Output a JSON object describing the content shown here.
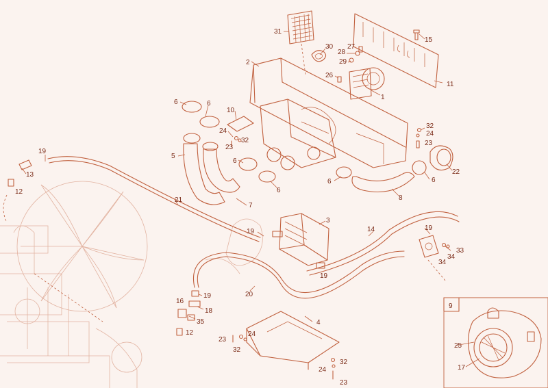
{
  "callouts": [
    {
      "id": "c31",
      "label": "31"
    },
    {
      "id": "c30",
      "label": "30"
    },
    {
      "id": "c28",
      "label": "28"
    },
    {
      "id": "c27",
      "label": "27"
    },
    {
      "id": "c29",
      "label": "29"
    },
    {
      "id": "c26",
      "label": "26"
    },
    {
      "id": "c1",
      "label": "1"
    },
    {
      "id": "c2",
      "label": "2"
    },
    {
      "id": "c15",
      "label": "15"
    },
    {
      "id": "c11",
      "label": "11"
    },
    {
      "id": "c6a",
      "label": "6"
    },
    {
      "id": "c6b",
      "label": "6"
    },
    {
      "id": "c10",
      "label": "10"
    },
    {
      "id": "c24a",
      "label": "24"
    },
    {
      "id": "c23a",
      "label": "23"
    },
    {
      "id": "c32a",
      "label": "32"
    },
    {
      "id": "c5",
      "label": "5"
    },
    {
      "id": "c6c",
      "label": "6"
    },
    {
      "id": "c6d",
      "label": "6"
    },
    {
      "id": "c7",
      "label": "7"
    },
    {
      "id": "c6e",
      "label": "6"
    },
    {
      "id": "c8",
      "label": "8"
    },
    {
      "id": "c32b",
      "label": "32"
    },
    {
      "id": "c24b",
      "label": "24"
    },
    {
      "id": "c23b",
      "label": "23"
    },
    {
      "id": "c22",
      "label": "22"
    },
    {
      "id": "c6f",
      "label": "6"
    },
    {
      "id": "c19a",
      "label": "19"
    },
    {
      "id": "c13",
      "label": "13"
    },
    {
      "id": "c12a",
      "label": "12"
    },
    {
      "id": "c21",
      "label": "21"
    },
    {
      "id": "c3",
      "label": "3"
    },
    {
      "id": "c14",
      "label": "14"
    },
    {
      "id": "c19b",
      "label": "19"
    },
    {
      "id": "c19c",
      "label": "19"
    },
    {
      "id": "c33",
      "label": "33"
    },
    {
      "id": "c34a",
      "label": "34"
    },
    {
      "id": "c34b",
      "label": "34"
    },
    {
      "id": "c19d",
      "label": "19"
    },
    {
      "id": "c20",
      "label": "20"
    },
    {
      "id": "c19e",
      "label": "19"
    },
    {
      "id": "c16",
      "label": "16"
    },
    {
      "id": "c18",
      "label": "18"
    },
    {
      "id": "c35",
      "label": "35"
    },
    {
      "id": "c12b",
      "label": "12"
    },
    {
      "id": "c4",
      "label": "4"
    },
    {
      "id": "c23c",
      "label": "23"
    },
    {
      "id": "c24c",
      "label": "24"
    },
    {
      "id": "c32c",
      "label": "32"
    },
    {
      "id": "c32d",
      "label": "32"
    },
    {
      "id": "c24d",
      "label": "24"
    },
    {
      "id": "c23d",
      "label": "23"
    },
    {
      "id": "c9",
      "label": "9"
    },
    {
      "id": "c25",
      "label": "25"
    },
    {
      "id": "c17",
      "label": "17"
    }
  ],
  "colors": {
    "line": "#c0603e",
    "text": "#7a2a16",
    "background": "#fbf3ef"
  }
}
